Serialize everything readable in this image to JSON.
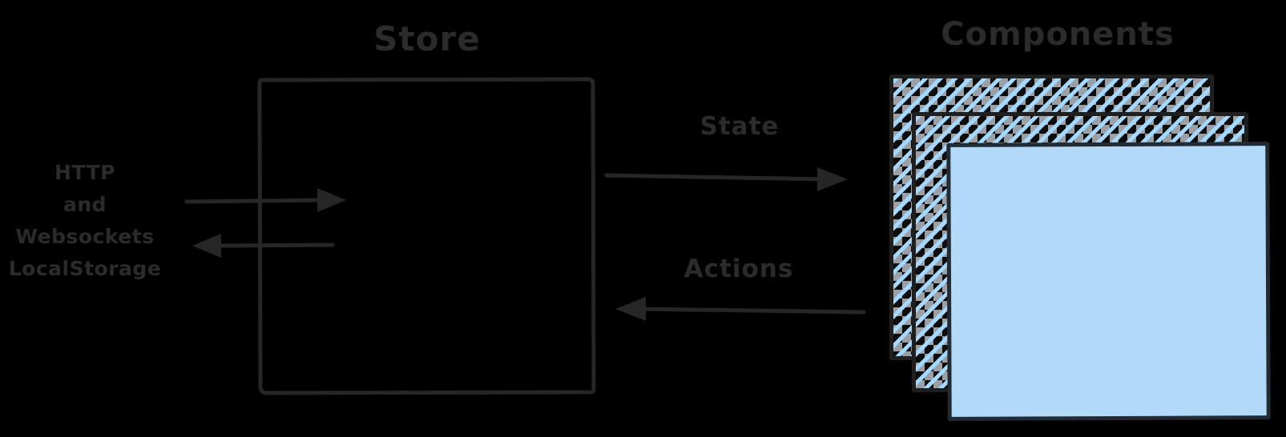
{
  "colors": {
    "bg": "#000000",
    "ink": "#2b2b2b",
    "stroke": "#262626",
    "card-border": "#1f1f1f",
    "front-blue": "#b3d9f8",
    "hatch-blue": "#a5d8ff",
    "hatch-gray": "#9aa0a5",
    "hatch-dark": "#0d0d0d"
  },
  "titles": {
    "store": "Store",
    "components": "Components"
  },
  "labels": {
    "state": "State",
    "actions": "Actions"
  },
  "sources": {
    "lines": [
      "HTTP",
      "and",
      "Websockets",
      "LocalStorage"
    ]
  }
}
